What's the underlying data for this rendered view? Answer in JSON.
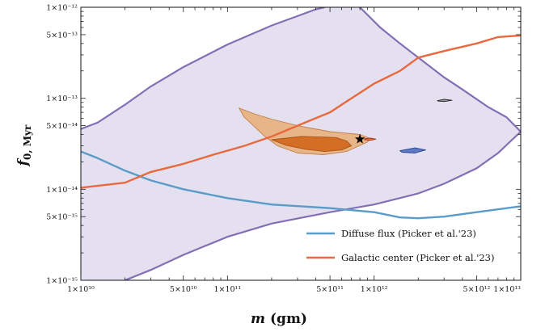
{
  "chart_data": {
    "type": "area",
    "x_scale": "log",
    "y_scale": "log",
    "xlim": [
      10000000000.0,
      10000000000000.0
    ],
    "ylim": [
      1e-15,
      1e-12
    ],
    "xlabel_main": "m",
    "xlabel_unit": "(gm)",
    "ylabel_main": "f",
    "ylabel_sub": "0, Myr",
    "x_ticks": [
      {
        "value": 10000000000.0,
        "label": "1×10¹⁰"
      },
      {
        "value": 50000000000.0,
        "label": "5×10¹⁰"
      },
      {
        "value": 100000000000.0,
        "label": "1×10¹¹"
      },
      {
        "value": 500000000000.0,
        "label": "5×10¹¹"
      },
      {
        "value": 1000000000000.0,
        "label": "1×10¹²"
      },
      {
        "value": 5000000000000.0,
        "label": "5×10¹²"
      },
      {
        "value": 10000000000000.0,
        "label": "1×10¹³"
      }
    ],
    "y_ticks": [
      {
        "value": 1e-15,
        "label": "1×10⁻¹⁵"
      },
      {
        "value": 5e-15,
        "label": "5×10⁻¹⁵"
      },
      {
        "value": 1e-14,
        "label": "1×10⁻¹⁴"
      },
      {
        "value": 5e-14,
        "label": "5×10⁻¹⁴"
      },
      {
        "value": 1e-13,
        "label": "1×10⁻¹³"
      },
      {
        "value": 5e-13,
        "label": "5×10⁻¹³"
      },
      {
        "value": 1e-12,
        "label": "1×10⁻¹²"
      }
    ],
    "band": {
      "color": "#e4e0f0",
      "edge_color": "#8270b4",
      "upper": [
        [
          10000000000.0,
          4.6e-14
        ],
        [
          13000000000.0,
          5.4e-14
        ],
        [
          20000000000.0,
          8.5e-14
        ],
        [
          30000000000.0,
          1.35e-13
        ],
        [
          50000000000.0,
          2.2e-13
        ],
        [
          100000000000.0,
          3.9e-13
        ],
        [
          200000000000.0,
          6.3e-13
        ],
        [
          300000000000.0,
          8e-13
        ],
        [
          400000000000.0,
          9.5e-13
        ],
        [
          460000000000.0,
          1e-12
        ]
      ],
      "lower": [
        [
          20000000000.0,
          1e-15
        ],
        [
          30000000000.0,
          1.3e-15
        ],
        [
          50000000000.0,
          1.9e-15
        ],
        [
          100000000000.0,
          3e-15
        ],
        [
          200000000000.0,
          4.2e-15
        ],
        [
          500000000000.0,
          5.6e-15
        ],
        [
          1000000000000.0,
          6.8e-15
        ],
        [
          2000000000000.0,
          9e-15
        ],
        [
          3000000000000.0,
          1.15e-14
        ],
        [
          5000000000000.0,
          1.7e-14
        ],
        [
          7000000000000.0,
          2.5e-14
        ],
        [
          10000000000000.0,
          4.3e-14
        ]
      ],
      "right_inner": [
        [
          10000000000000.0,
          4.3e-14
        ],
        [
          8000000000000.0,
          6.2e-14
        ],
        [
          6000000000000.0,
          8e-14
        ],
        [
          4000000000000.0,
          1.25e-13
        ],
        [
          3000000000000.0,
          1.7e-13
        ],
        [
          2000000000000.0,
          2.8e-13
        ],
        [
          1500000000000.0,
          4e-13
        ],
        [
          1100000000000.0,
          6e-13
        ],
        [
          800000000000.0,
          1e-12
        ]
      ]
    },
    "series": [
      {
        "name": "Diffuse flux (Picker et al.'23)",
        "color": "#5b9bc8",
        "points": [
          [
            10000000000.0,
            2.6e-14
          ],
          [
            13000000000.0,
            2.2e-14
          ],
          [
            20000000000.0,
            1.6e-14
          ],
          [
            30000000000.0,
            1.25e-14
          ],
          [
            50000000000.0,
            1e-14
          ],
          [
            100000000000.0,
            8e-15
          ],
          [
            200000000000.0,
            6.8e-15
          ],
          [
            500000000000.0,
            6.2e-15
          ],
          [
            1000000000000.0,
            5.6e-15
          ],
          [
            1500000000000.0,
            4.9e-15
          ],
          [
            2000000000000.0,
            4.8e-15
          ],
          [
            3000000000000.0,
            5e-15
          ],
          [
            5000000000000.0,
            5.6e-15
          ],
          [
            10000000000000.0,
            6.5e-15
          ]
        ]
      },
      {
        "name": "Galactic center (Picker et al.'23)",
        "color": "#e8693e",
        "points": [
          [
            10000000000.0,
            1.04e-14
          ],
          [
            20000000000.0,
            1.18e-14
          ],
          [
            30000000000.0,
            1.55e-14
          ],
          [
            50000000000.0,
            1.9e-14
          ],
          [
            80000000000.0,
            2.4e-14
          ],
          [
            130000000000.0,
            3e-14
          ],
          [
            200000000000.0,
            3.8e-14
          ],
          [
            300000000000.0,
            5e-14
          ],
          [
            500000000000.0,
            7e-14
          ],
          [
            700000000000.0,
            1e-13
          ],
          [
            1000000000000.0,
            1.45e-13
          ],
          [
            1500000000000.0,
            2e-13
          ],
          [
            2000000000000.0,
            2.8e-13
          ],
          [
            3000000000000.0,
            3.3e-13
          ],
          [
            5000000000000.0,
            4e-13
          ],
          [
            7000000000000.0,
            4.7e-13
          ],
          [
            10000000000000.0,
            4.9e-13
          ]
        ]
      }
    ],
    "regions": [
      {
        "color": "#e8b588",
        "edge": "#c0804a",
        "points": [
          [
            120000000000.0,
            7.8e-14
          ],
          [
            150000000000.0,
            6.8e-14
          ],
          [
            200000000000.0,
            5.9e-14
          ],
          [
            300000000000.0,
            5e-14
          ],
          [
            500000000000.0,
            4.3e-14
          ],
          [
            800000000000.0,
            4e-14
          ],
          [
            950000000000.0,
            3.6e-14
          ],
          [
            900000000000.0,
            3.3e-14
          ],
          [
            650000000000.0,
            2.6e-14
          ],
          [
            450000000000.0,
            2.4e-14
          ],
          [
            300000000000.0,
            2.5e-14
          ],
          [
            220000000000.0,
            3e-14
          ],
          [
            180000000000.0,
            3.8e-14
          ],
          [
            150000000000.0,
            5e-14
          ],
          [
            130000000000.0,
            6.2e-14
          ]
        ]
      },
      {
        "color": "#d46e24",
        "edge": "#a85518",
        "points": [
          [
            200000000000.0,
            3.5e-14
          ],
          [
            320000000000.0,
            3.8e-14
          ],
          [
            450000000000.0,
            3.75e-14
          ],
          [
            550000000000.0,
            3.7e-14
          ],
          [
            650000000000.0,
            3.4e-14
          ],
          [
            700000000000.0,
            3e-14
          ],
          [
            600000000000.0,
            2.7e-14
          ],
          [
            460000000000.0,
            2.6e-14
          ],
          [
            340000000000.0,
            2.75e-14
          ],
          [
            250000000000.0,
            3.05e-14
          ]
        ]
      },
      {
        "color": "#e8693e",
        "edge": "#a83a1e",
        "points": [
          [
            860000000000.0,
            3.6e-14
          ],
          [
            950000000000.0,
            3.65e-14
          ],
          [
            1030000000000.0,
            3.55e-14
          ],
          [
            950000000000.0,
            3.45e-14
          ],
          [
            860000000000.0,
            3.5e-14
          ]
        ]
      },
      {
        "color": "#5b79c4",
        "edge": "#2e4488",
        "points": [
          [
            1500000000000.0,
            2.65e-14
          ],
          [
            1900000000000.0,
            2.85e-14
          ],
          [
            2250000000000.0,
            2.7e-14
          ],
          [
            1900000000000.0,
            2.5e-14
          ],
          [
            1550000000000.0,
            2.55e-14
          ]
        ]
      },
      {
        "color": "#9a9a9a",
        "edge": "#222222",
        "points": [
          [
            2700000000000.0,
            9.4e-14
          ],
          [
            3000000000000.0,
            9.75e-14
          ],
          [
            3400000000000.0,
            9.5e-14
          ],
          [
            3000000000000.0,
            9.2e-14
          ],
          [
            2750000000000.0,
            9.3e-14
          ]
        ]
      }
    ],
    "markers": [
      {
        "symbol": "star",
        "x": 800000000000.0,
        "y": 3.55e-14,
        "color": "#000000"
      }
    ],
    "legend": {
      "position": "bottom-right"
    }
  }
}
